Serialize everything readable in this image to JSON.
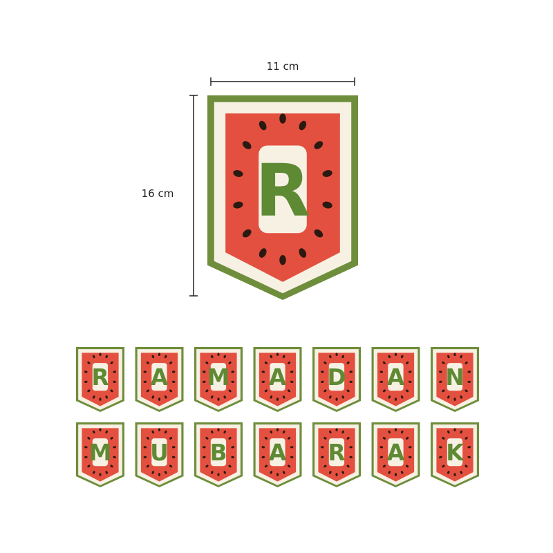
{
  "dimensions": {
    "width_label": "11 cm",
    "height_label": "16 cm"
  },
  "main_banner": {
    "letter": "R"
  },
  "garland_rows": [
    [
      "R",
      "A",
      "M",
      "A",
      "D",
      "A",
      "N"
    ],
    [
      "M",
      "U",
      "B",
      "A",
      "R",
      "A",
      "K"
    ]
  ],
  "colors": {
    "border_green": "#6f8e3c",
    "cream": "#f7f1e4",
    "watermelon_red": "#e4503f",
    "seed": "#2a1a12",
    "letter_green": "#5e8a34",
    "dimension_line": "#222222"
  },
  "icon_names": [
    "watermelon-seed-icon"
  ]
}
